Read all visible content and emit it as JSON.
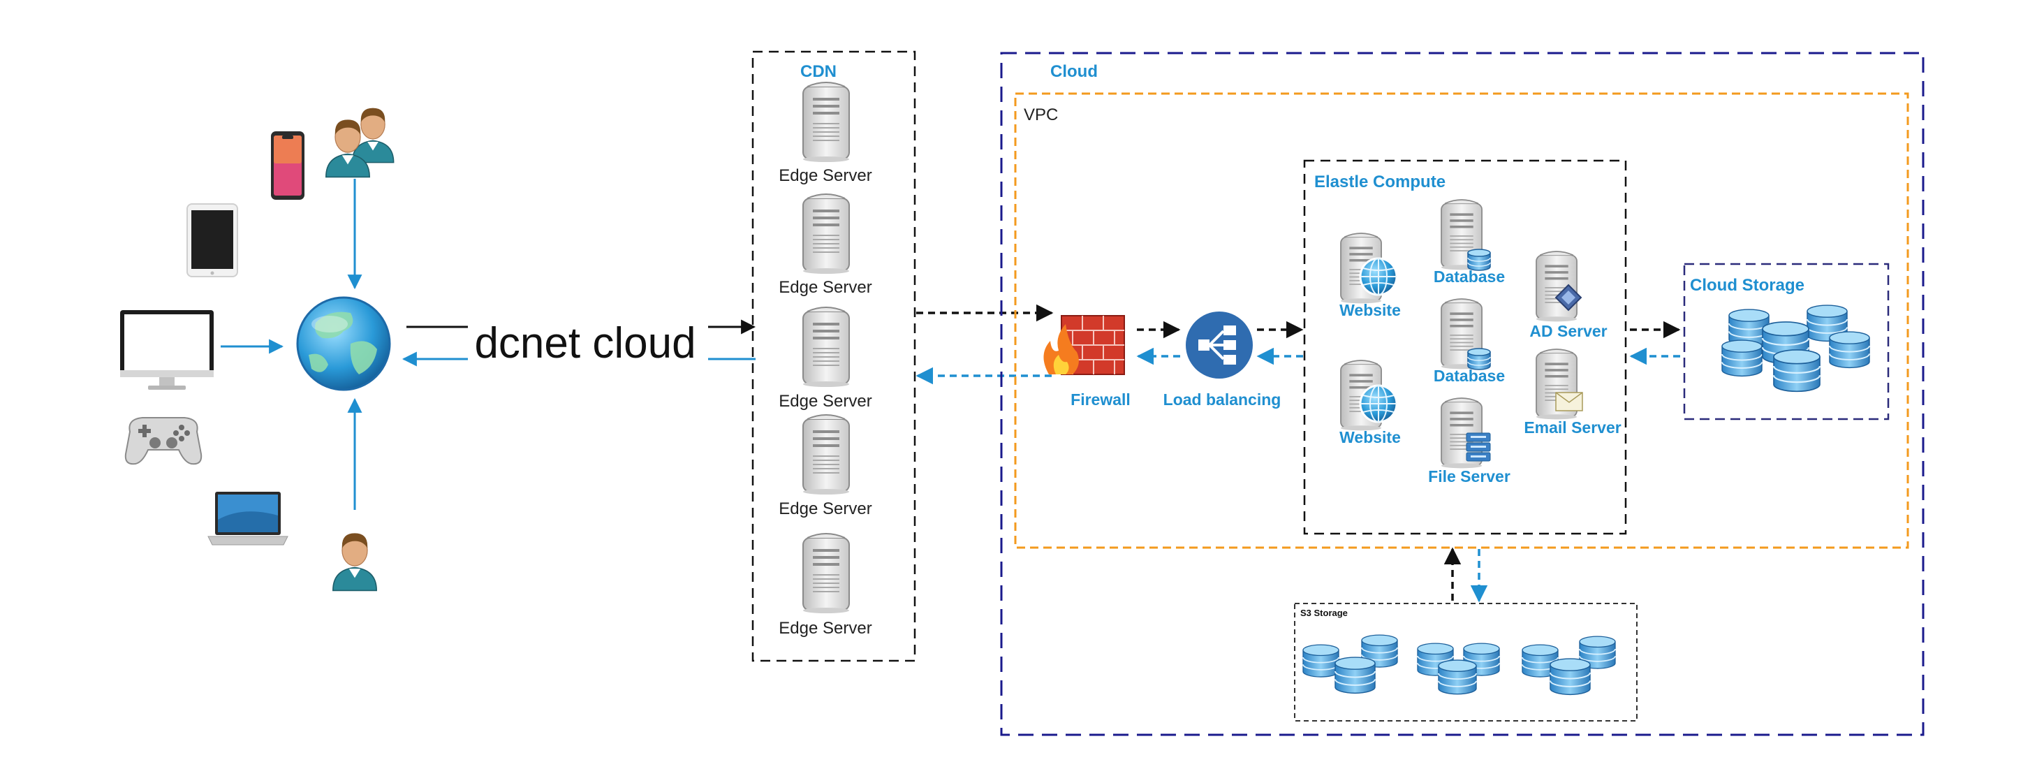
{
  "colors": {
    "accent_blue": "#1f8fd0",
    "cloud_border": "#1a1a8c",
    "vpc_border": "#f39a1e",
    "storage_border": "#2a2a7a",
    "dashed_black": "#111111",
    "dashed_blue": "#1f8fd0"
  },
  "center_title": "dcnet cloud",
  "cdn": {
    "title": "CDN",
    "servers": [
      "Edge Server",
      "Edge Server",
      "Edge Server",
      "Edge Server",
      "Edge Server"
    ]
  },
  "cloud": {
    "title": "Cloud",
    "vpc": {
      "title": "VPC",
      "firewall": "Firewall",
      "load_balancing": "Load balancing",
      "elastic_compute": {
        "title": "Elastle Compute",
        "website_1": "Website",
        "website_2": "Website",
        "database_1": "Database",
        "database_2": "Database",
        "file_server": "File Server",
        "ad_server": "AD Server",
        "email_server": "Email Server"
      },
      "cloud_storage": "Cloud Storage"
    },
    "s3_storage": "S3 Storage"
  },
  "icons": {
    "devices": [
      "smartphone-icon",
      "tablet-icon",
      "monitor-icon",
      "gamepad-icon",
      "laptop-icon"
    ],
    "users": [
      "user-group-icon",
      "user-icon"
    ],
    "hub": "globe-icon"
  }
}
